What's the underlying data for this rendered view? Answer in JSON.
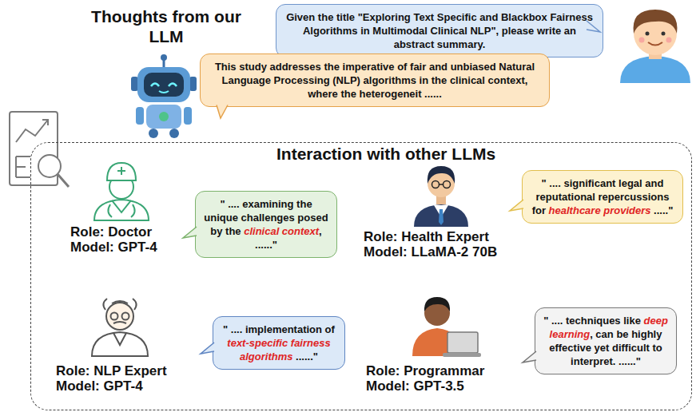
{
  "diagram": {
    "title": "Thoughts from our LLM",
    "nodes": [
      {
        "text": [
          "Given the title \"Exploring Text Specific and Blackbox Fairness Algorithms in Multimodal Clinical NLP\", please write an abstract summary."
        ]
      },
      {
        "text": [
          "This study addresses the imperative of fair and unbiased Natural Language Processing (NLP) algorithms in the clinical context, where the heterogeneit ......"
        ]
      },
      {
        "text": [
          "Interaction with other LLMs"
        ]
      },
      {
        "text": [
          "\" .... examining the unique challenges posed by the ",
          "clinical context",
          ", ......\""
        ],
        "in": 2
      },
      {
        "text": [
          "\" .... significant legal and reputational repercussions for ",
          "healthcare providers",
          " .....\""
        ],
        "in": 2
      },
      {
        "text": [
          "\" .... implementation of ",
          "text-specific fairness algorithms",
          " ......\""
        ],
        "in": 2
      },
      {
        "text": [
          "\" .... techniques like ",
          "deep learning",
          ", can be highly effective yet difficult to interpret. ......\""
        ],
        "in": 2
      }
    ],
    "labels": [
      "Role: Doctor",
      "Model: GPT-4",
      "Role: Health Expert",
      "Model: LLaMA-2 70B",
      "Role: NLP Expert",
      "Model: GPT-4",
      "Role: Programmar",
      "Model: GPT-3.5"
    ]
  }
}
